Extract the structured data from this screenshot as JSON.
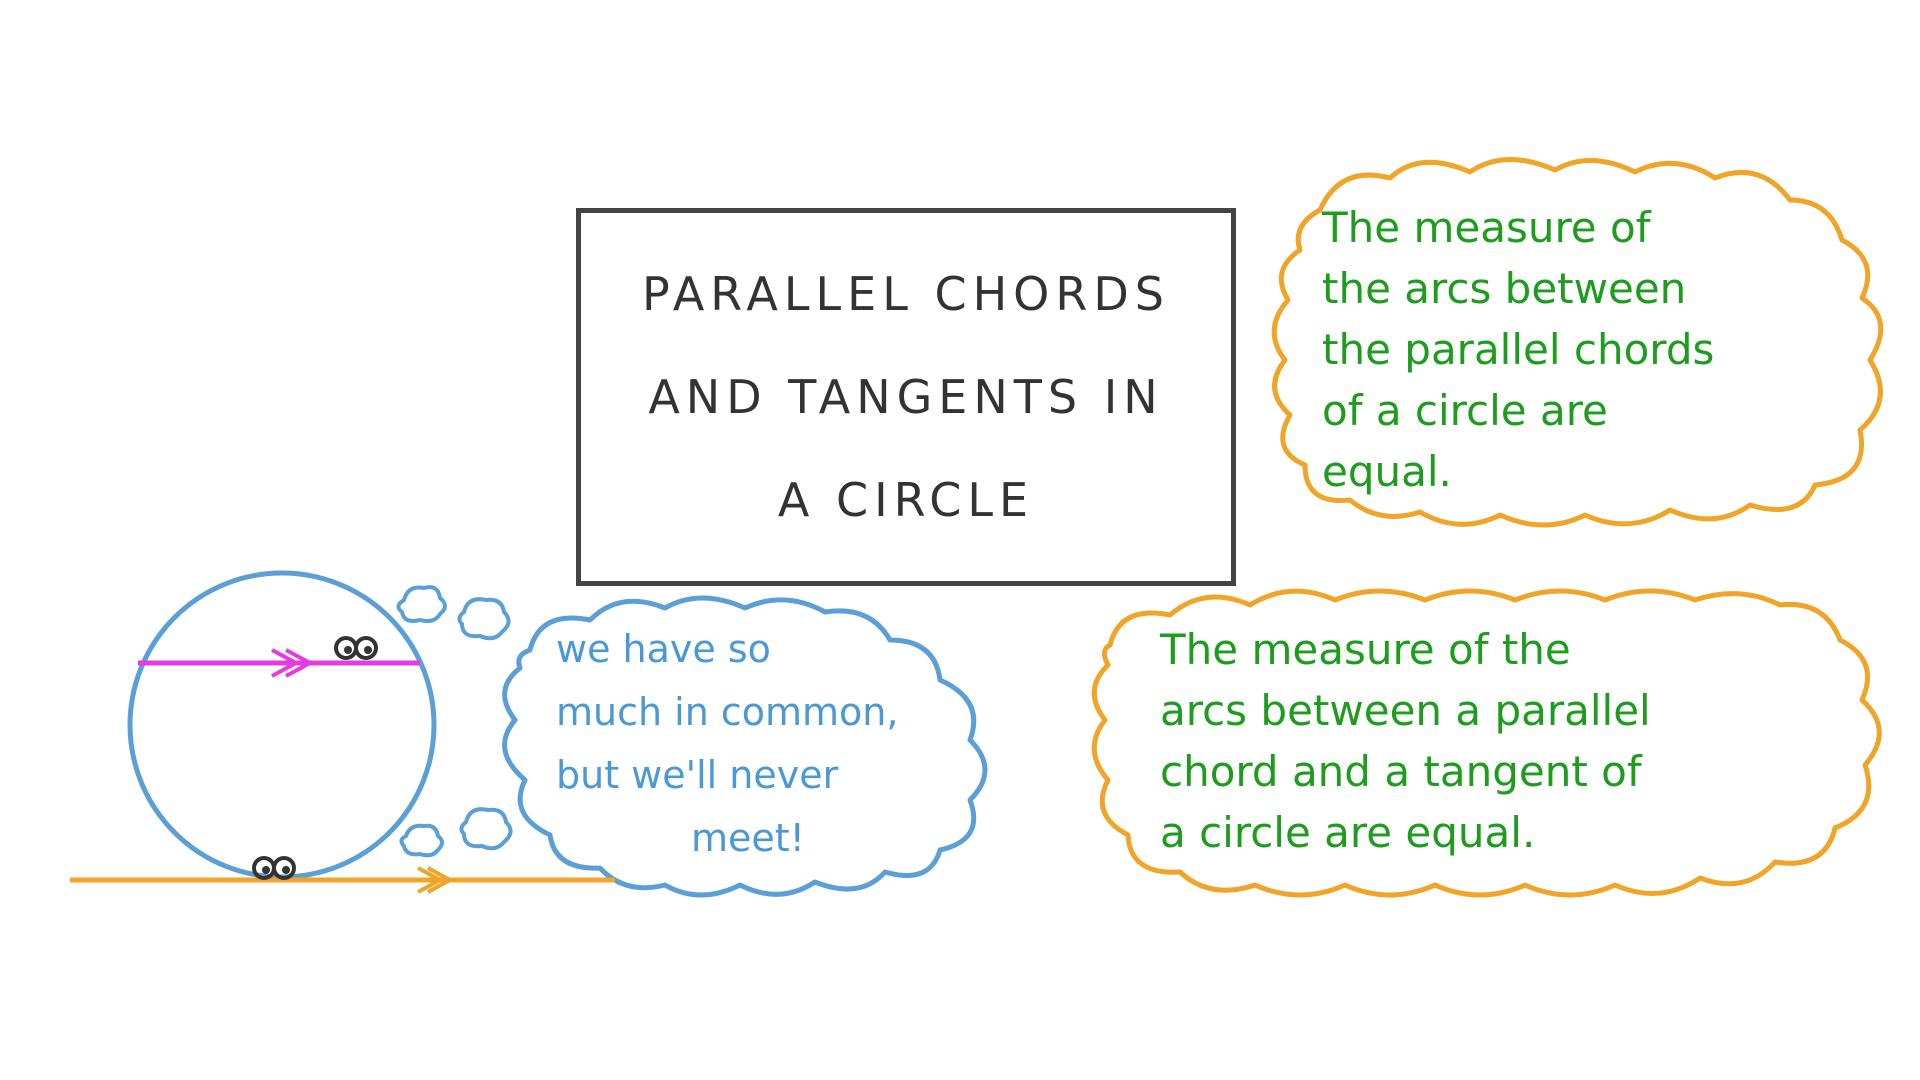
{
  "title": {
    "lines": [
      "PARALLEL CHORDS",
      "AND TANGENTS IN",
      "A CIRCLE"
    ]
  },
  "notes": {
    "top": {
      "lines": [
        "The measure of",
        "the arcs between",
        "the parallel chords",
        "of a circle are",
        "equal."
      ]
    },
    "bottom": {
      "lines": [
        "The measure of the",
        "arcs between a parallel",
        "chord and a tangent of",
        "a circle are equal."
      ]
    },
    "speech": {
      "lines": [
        "we have so",
        "much in common,",
        "but we'll never",
        "meet!"
      ]
    }
  },
  "colors": {
    "frame": "#444444",
    "circle": "#5a9fd6",
    "chord": "#e63be0",
    "tangent": "#f0a428",
    "cloud_orange": "#f0a428",
    "cloud_blue": "#5a9fd6",
    "note_text": "#1e9c1e",
    "speech_text": "#4a98d6"
  }
}
